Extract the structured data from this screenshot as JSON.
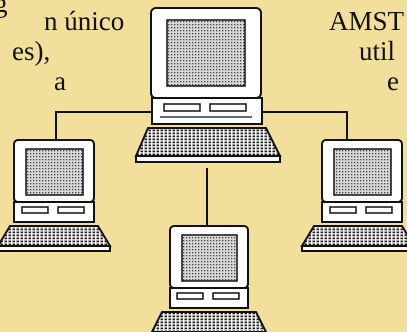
{
  "text_fragments": {
    "left_line1": "g",
    "left_line2": "n único",
    "left_line3": "es),",
    "left_line4": "a",
    "right_line1": "AMST",
    "right_line2": "util",
    "right_line3": "e"
  },
  "colors": {
    "background": "#f3df9c",
    "ink": "#111111",
    "screen_fill": "#c8c8c8",
    "body_fill": "#ffffff"
  },
  "network": {
    "nodes": [
      "server-computer",
      "workstation-left",
      "workstation-right",
      "workstation-bottom"
    ],
    "links": [
      [
        "server-computer",
        "workstation-left"
      ],
      [
        "server-computer",
        "workstation-right"
      ],
      [
        "server-computer",
        "workstation-bottom"
      ]
    ]
  }
}
